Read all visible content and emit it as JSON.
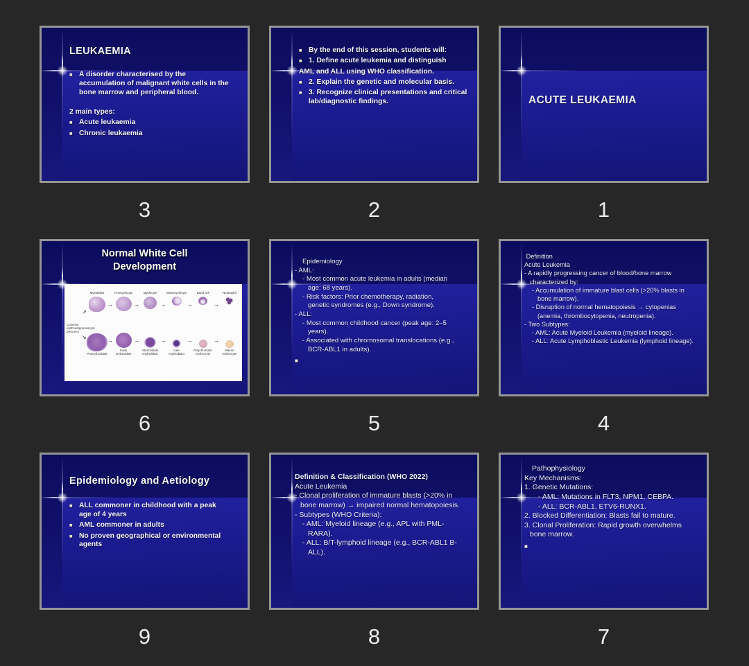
{
  "ui": {
    "background_color": "#272727",
    "slide_border_color": "#959595",
    "slide_body_blue": "#1b1b90",
    "slide_top_navy": "#10106a",
    "bullet_color": "#efeccb",
    "number_color": "#ededed"
  },
  "icons": {
    "bullet": "■",
    "arrow_right": "→",
    "arrow_up_right": "↗",
    "arrow_down_right": "↘"
  },
  "slides": [
    {
      "number": "3",
      "type": "bullets",
      "title": "LEUKAEMIA",
      "lines": [
        {
          "bullet": true,
          "t": "A disorder characterised by the accumulation of malignant white cells in the bone marrow and  peripheral blood."
        },
        {
          "spacer": true
        },
        {
          "bullet": false,
          "t": "2 main types:"
        },
        {
          "bullet": true,
          "t": "Acute leukaemia"
        },
        {
          "bullet": true,
          "t": "Chronic leukaemia"
        }
      ]
    },
    {
      "number": "2",
      "type": "bullets",
      "title": "",
      "lines": [
        {
          "bullet": true,
          "t": "By the end of this session, students will:"
        },
        {
          "bullet": true,
          "t": "1. Define acute leukemia and distinguish"
        },
        {
          "bullet": false,
          "t": "AML and ALL using WHO classification."
        },
        {
          "bullet": true,
          "t": "2. Explain the genetic and molecular basis."
        },
        {
          "bullet": true,
          "t": "3. Recognize clinical presentations and critical lab/diagnostic findings."
        }
      ]
    },
    {
      "number": "1",
      "type": "title",
      "title": "ACUTE LEUKAEMIA"
    },
    {
      "number": "6",
      "type": "image",
      "title": "Normal White Cell Development",
      "diagram": {
        "precursor_label": "Common erythroid/granulocytic precursor",
        "top_row": [
          {
            "label": "Myeloblast",
            "name": "myeloblast"
          },
          {
            "label": "Promyelocyte",
            "name": "promyelocyte"
          },
          {
            "label": "Myelocyte",
            "name": "myelocyte"
          },
          {
            "label": "Metamyelocyte",
            "name": "metamyelocyte"
          },
          {
            "label": "Band cell",
            "name": "band-cell"
          },
          {
            "label": "Neutrophil",
            "name": "neutrophil"
          }
        ],
        "bottom_row": [
          {
            "label": "Proerythroblast",
            "name": "proerythroblast"
          },
          {
            "label": "Early erythroblast",
            "name": "early-erythroblast"
          },
          {
            "label": "Intermediate erythroblast",
            "name": "intermediate-erythroblast"
          },
          {
            "label": "Late erythroblast",
            "name": "late-erythroblast"
          },
          {
            "label": "Polychromatic erythrocyte",
            "name": "polychromatic-erythrocyte"
          },
          {
            "label": "Mature erythrocyte",
            "name": "mature-erythrocyte"
          }
        ]
      }
    },
    {
      "number": "5",
      "type": "text",
      "lines": [
        {
          "i": 1,
          "t": "Epidemiology"
        },
        {
          "i": 0,
          "t": "- AML:"
        },
        {
          "i": 1,
          "t": "- Most common acute leukemia in adults (median age: 68 years)."
        },
        {
          "i": 1,
          "t": "- Risk factors: Prior chemotherapy, radiation, genetic syndromes (e.g., Down syndrome)."
        },
        {
          "i": 0,
          "t": "- ALL:"
        },
        {
          "i": 1,
          "t": "- Most common childhood cancer (peak age: 2–5 years)."
        },
        {
          "i": 1,
          "t": "- Associated with chromosomal translocations (e.g., BCR-ABL1 in adults)."
        },
        {
          "i": 0,
          "t": "■",
          "sq": true
        }
      ]
    },
    {
      "number": "4",
      "type": "text",
      "lines": [
        {
          "i": 0,
          "t": " Definition"
        },
        {
          "i": 0,
          "t": "Acute Leukemia"
        },
        {
          "i": 0,
          "t": "- A rapidly progressing cancer of blood/bone marrow characterized by:"
        },
        {
          "i": 1,
          "t": "- Accumulation of immature blast cells (>20% blasts in bone marrow)."
        },
        {
          "i": 1,
          "t": "- Disruption of normal hematopoiesis → cytopenias (anemia, thrombocytopenia, neutropenia)."
        },
        {
          "i": 0,
          "t": "- Two Subtypes:"
        },
        {
          "i": 1,
          "t": "- AML: Acute Myeloid Leukemia (myeloid lineage)."
        },
        {
          "i": 1,
          "t": "- ALL: Acute Lymphoblastic Leukemia (lymphoid lineage)."
        }
      ]
    },
    {
      "number": "9",
      "type": "bullets",
      "title": "Epidemiology and Aetiology",
      "lines": [
        {
          "bullet": true,
          "t": "ALL commoner in childhood with a peak age of 4 years"
        },
        {
          "bullet": true,
          "t": "AML commoner in adults"
        },
        {
          "bullet": true,
          "t": "No proven geographical or environmental agents"
        }
      ]
    },
    {
      "number": "8",
      "type": "text",
      "lines": [
        {
          "i": 0,
          "t": "Definition & Classification (WHO 2022)",
          "b": true
        },
        {
          "i": 0,
          "t": "Acute Leukemia"
        },
        {
          "i": 0,
          "t": "- Clonal proliferation of immature blasts (>20% in bone marrow) → impaired normal hematopoiesis."
        },
        {
          "i": 0,
          "t": "- Subtypes (WHO Criteria):"
        },
        {
          "i": 1,
          "t": "- AML: Myeloid lineage (e.g., APL with PML-RARA)."
        },
        {
          "i": 1,
          "t": "- ALL: B/T-lymphoid lineage (e.g., BCR-ABL1 B-ALL)."
        }
      ]
    },
    {
      "number": "7",
      "type": "text",
      "lines": [
        {
          "i": 1,
          "t": "Pathophysiology"
        },
        {
          "i": 0,
          "t": "Key Mechanisms:"
        },
        {
          "i": 0,
          "t": "1. Genetic Mutations:"
        },
        {
          "i": 2,
          "t": "- AML: Mutations in FLT3, NPM1, CEBPA."
        },
        {
          "i": 2,
          "t": "- ALL: BCR-ABL1, ETV6-RUNX1."
        },
        {
          "i": 0,
          "t": "2. Blocked Differentiation: Blasts fail to mature."
        },
        {
          "i": 0,
          "t": "3. Clonal Proliferation: Rapid growth overwhelms bone marrow."
        },
        {
          "i": 0,
          "t": "■",
          "sq": true
        }
      ]
    }
  ]
}
